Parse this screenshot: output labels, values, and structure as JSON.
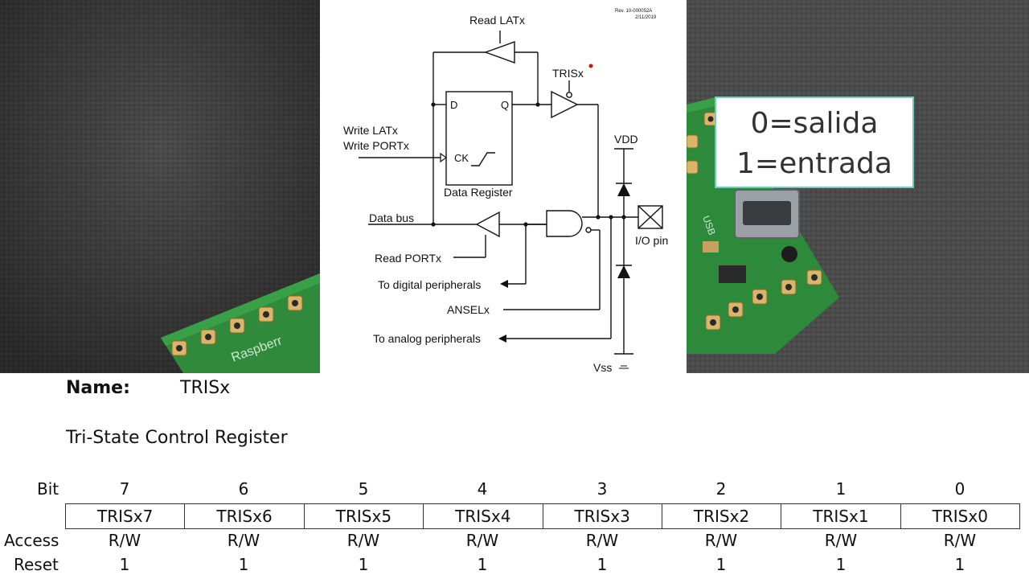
{
  "diagram": {
    "revision": "Rev. 10-000052A",
    "date": "2/11/2019",
    "labels": {
      "read_latx": "Read LATx",
      "trisx": "TRISx",
      "d": "D",
      "q": "Q",
      "ck": "CK",
      "write_latx": "Write LATx",
      "write_portx": "Write PORTx",
      "data_register": "Data Register",
      "vdd": "VDD",
      "data_bus": "Data bus",
      "io_pin": "I/O pin",
      "read_portx": "Read PORTx",
      "to_digital": "To digital peripherals",
      "anselx": "ANSELx",
      "to_analog": "To analog peripherals",
      "vss": "Vss"
    }
  },
  "callout": {
    "line1": "0=salida",
    "line2": "1=entrada"
  },
  "register": {
    "name_label": "Name:",
    "name_value": "TRISx",
    "description": "Tri-State Control Register",
    "bit_label": "Bit",
    "access_label": "Access",
    "reset_label": "Reset",
    "bits": [
      "7",
      "6",
      "5",
      "4",
      "3",
      "2",
      "1",
      "0"
    ],
    "fields": [
      "TRISx7",
      "TRISx6",
      "TRISx5",
      "TRISx4",
      "TRISx3",
      "TRISx2",
      "TRISx1",
      "TRISx0"
    ],
    "access": [
      "R/W",
      "R/W",
      "R/W",
      "R/W",
      "R/W",
      "R/W",
      "R/W",
      "R/W"
    ],
    "reset": [
      "1",
      "1",
      "1",
      "1",
      "1",
      "1",
      "1",
      "1"
    ]
  }
}
